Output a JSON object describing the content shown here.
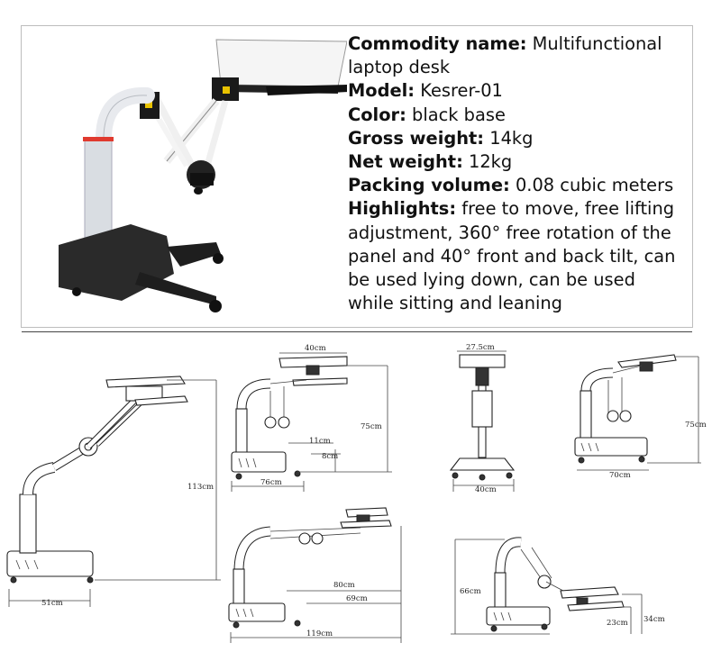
{
  "specs": {
    "commodity_label": "Commodity name:",
    "commodity_value": "Multifunctional laptop desk",
    "model_label": "Model:",
    "model_value": "Kesrer-01",
    "color_label": "Color:",
    "color_value": "black base",
    "gross_label": "Gross weight:",
    "gross_value": "14kg",
    "net_label": "Net weight:",
    "net_value": "12kg",
    "packing_label": "Packing volume:",
    "packing_value": "0.08 cubic meters",
    "highlights_label": "Highlights:",
    "highlights_value": "free to move, free lifting adjustment, 360° free rotation of the panel and 40° front and back tilt, can be used lying down, can be used while sitting and leaning"
  },
  "dimensions": {
    "view1": {
      "height": "113cm",
      "width": "51cm"
    },
    "view2": {
      "top": "40cm",
      "height": "75cm",
      "small_a": "11cm",
      "small_b": "8cm",
      "width": "76cm"
    },
    "view3": {
      "top": "27.5cm",
      "width": "40cm"
    },
    "view4": {
      "height": "75cm",
      "width": "70cm"
    },
    "view5": {
      "reach_a": "80cm",
      "reach_b": "69cm",
      "width": "119cm"
    },
    "view6": {
      "height": "66cm",
      "h_a": "23cm",
      "h_b": "34cm"
    }
  },
  "colors": {
    "accent_ring": "#e03a2f",
    "base": "#2a2a2a",
    "column": "#d9dde2"
  }
}
